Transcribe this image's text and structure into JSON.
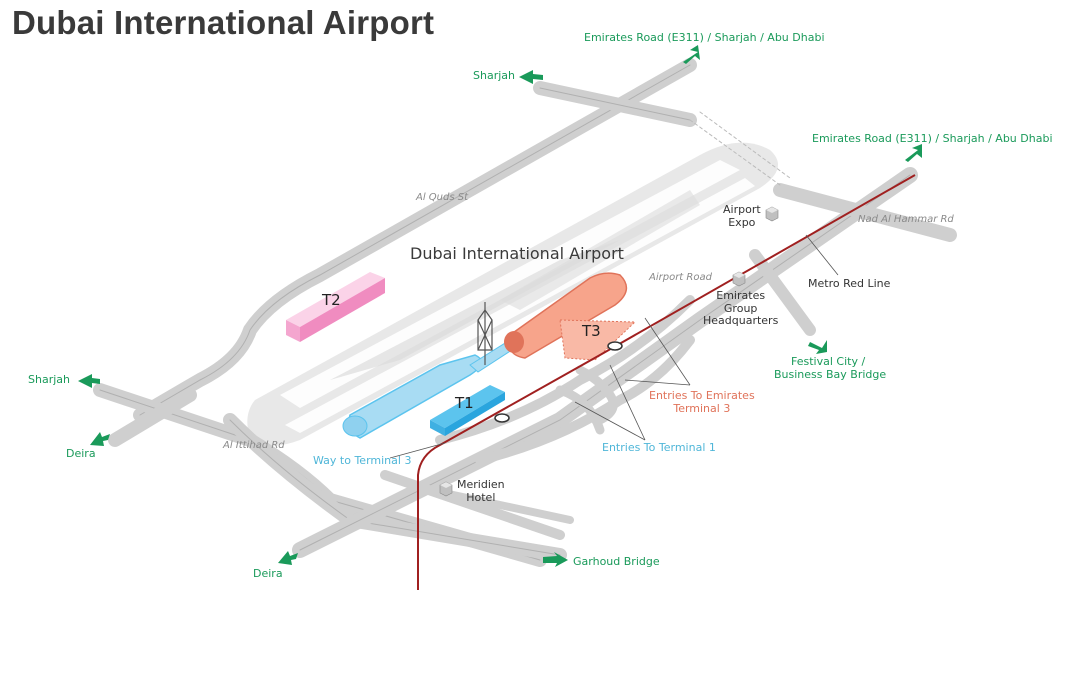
{
  "title": "Dubai International Airport",
  "map": {
    "airport_label": "Dubai International Airport",
    "terminals": [
      {
        "id": "T1",
        "label": "T1",
        "color": "#5cc4ee"
      },
      {
        "id": "T2",
        "label": "T2",
        "color": "#f4a6cf"
      },
      {
        "id": "T3",
        "label": "T3",
        "color": "#f59a80"
      }
    ],
    "destinations": {
      "emirates_road_top": "Emirates Road (E311) / Sharjah / Abu Dhabi",
      "sharjah_top": "Sharjah",
      "emirates_road_right": "Emirates Road (E311) / Sharjah / Abu Dhabi",
      "sharjah_left": "Sharjah",
      "deira_left": "Deira",
      "deira_bottom": "Deira",
      "garhoud_bridge": "Garhoud Bridge",
      "festival_city": "Festival City /",
      "business_bay": "Business Bay Bridge"
    },
    "roads": {
      "al_quds": "Al Quds St",
      "nad_al_hammar": "Nad Al Hammar Rd",
      "airport_road": "Airport Road",
      "al_ittihad": "Al Ittihad Rd"
    },
    "pois": {
      "airport_expo_1": "Airport",
      "airport_expo_2": "Expo",
      "emirates_hq_1": "Emirates",
      "emirates_hq_2": "Group",
      "emirates_hq_3": "Headquarters",
      "meridien_1": "Meridien",
      "meridien_2": "Hotel"
    },
    "annotations": {
      "metro_red_line": "Metro Red Line",
      "entries_t3_1": "Entries To Emirates",
      "entries_t3_2": "Terminal 3",
      "entries_t1": "Entries To Terminal 1",
      "way_to_t3": "Way to Terminal 3"
    },
    "colors": {
      "road": "#cfcfcf",
      "road_line": "#b0b0b0",
      "runway": "#e6e6e6",
      "metro": "#a02020",
      "arrow": "#1a9a5a",
      "t1": "#5cc4ee",
      "t2": "#f4a6cf",
      "t3": "#f59a80"
    }
  }
}
